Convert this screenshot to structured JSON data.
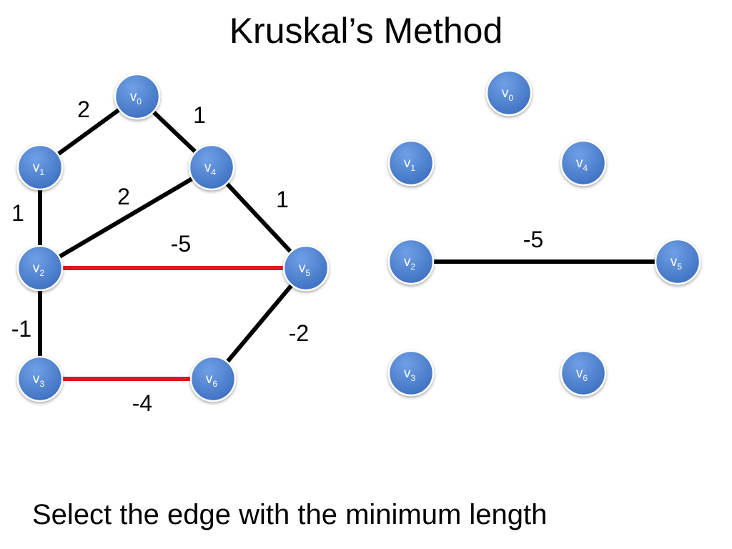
{
  "title": "Kruskal’s Method",
  "caption": "Select the edge with the minimum length",
  "colors": {
    "node_fill": "#4a7fd0",
    "node_stroke": "#ffffff",
    "edge_default": "#000000",
    "edge_highlight": "#e0161c"
  },
  "left_graph": {
    "nodes": [
      {
        "id": "v0",
        "base": "v",
        "sub": "0"
      },
      {
        "id": "v1",
        "base": "v",
        "sub": "1"
      },
      {
        "id": "v2",
        "base": "v",
        "sub": "2"
      },
      {
        "id": "v3",
        "base": "v",
        "sub": "3"
      },
      {
        "id": "v4",
        "base": "v",
        "sub": "4"
      },
      {
        "id": "v5",
        "base": "v",
        "sub": "5"
      },
      {
        "id": "v6",
        "base": "v",
        "sub": "6"
      }
    ],
    "edges": [
      {
        "from": "v0",
        "to": "v1",
        "weight": "2",
        "highlight": false
      },
      {
        "from": "v0",
        "to": "v4",
        "weight": "1",
        "highlight": false
      },
      {
        "from": "v1",
        "to": "v2",
        "weight": "1",
        "highlight": false
      },
      {
        "from": "v2",
        "to": "v4",
        "weight": "2",
        "highlight": false
      },
      {
        "from": "v4",
        "to": "v5",
        "weight": "1",
        "highlight": false
      },
      {
        "from": "v2",
        "to": "v5",
        "weight": "-5",
        "highlight": true
      },
      {
        "from": "v2",
        "to": "v3",
        "weight": "-1",
        "highlight": false
      },
      {
        "from": "v3",
        "to": "v6",
        "weight": "-4",
        "highlight": true
      },
      {
        "from": "v6",
        "to": "v5",
        "weight": "-2",
        "highlight": false
      }
    ]
  },
  "right_graph": {
    "nodes": [
      {
        "id": "v0",
        "base": "v",
        "sub": "0"
      },
      {
        "id": "v1",
        "base": "v",
        "sub": "1"
      },
      {
        "id": "v4",
        "base": "v",
        "sub": "4"
      },
      {
        "id": "v2",
        "base": "v",
        "sub": "2"
      },
      {
        "id": "v5",
        "base": "v",
        "sub": "5"
      },
      {
        "id": "v3",
        "base": "v",
        "sub": "3"
      },
      {
        "id": "v6",
        "base": "v",
        "sub": "6"
      }
    ],
    "edges": [
      {
        "from": "v2",
        "to": "v5",
        "weight": "-5",
        "highlight": false
      }
    ]
  }
}
